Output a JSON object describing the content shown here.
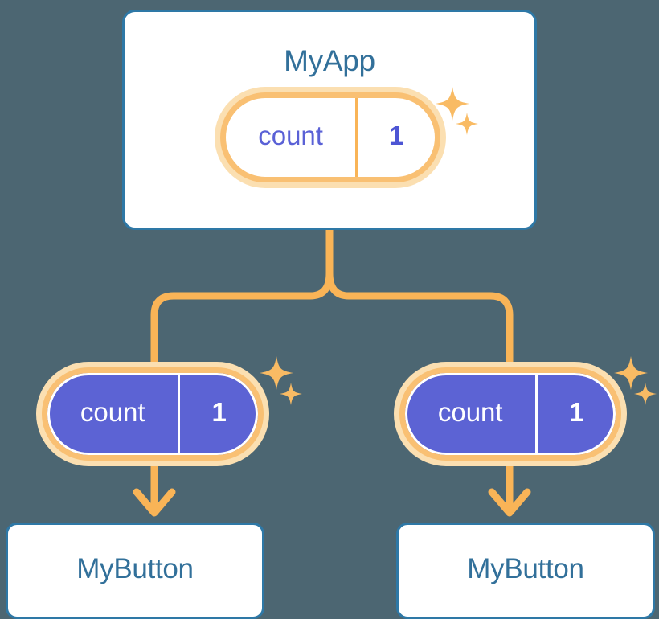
{
  "diagram": {
    "title_visible": false,
    "background_color": "#4c6672",
    "accent_orange": "#f9b457",
    "accent_orange_light": "#fbdfb1",
    "accent_blue": "#2e78a6",
    "accent_purple": "#5c63d4"
  },
  "app_card": {
    "title": "MyApp",
    "state_pill": {
      "key": "count",
      "value": "1"
    }
  },
  "props": [
    {
      "pill": {
        "key": "count",
        "value": "1"
      },
      "target": {
        "label": "MyButton"
      },
      "sparkle_large": "sparkle-icon",
      "sparkle_small": "sparkle-icon"
    },
    {
      "pill": {
        "key": "count",
        "value": "1"
      },
      "target": {
        "label": "MyButton"
      },
      "sparkle_large": "sparkle-icon",
      "sparkle_small": "sparkle-icon"
    }
  ],
  "connectors": {
    "stem_color": "#f9b457",
    "arrow_color": "#f9b457",
    "branch_count": 2
  }
}
